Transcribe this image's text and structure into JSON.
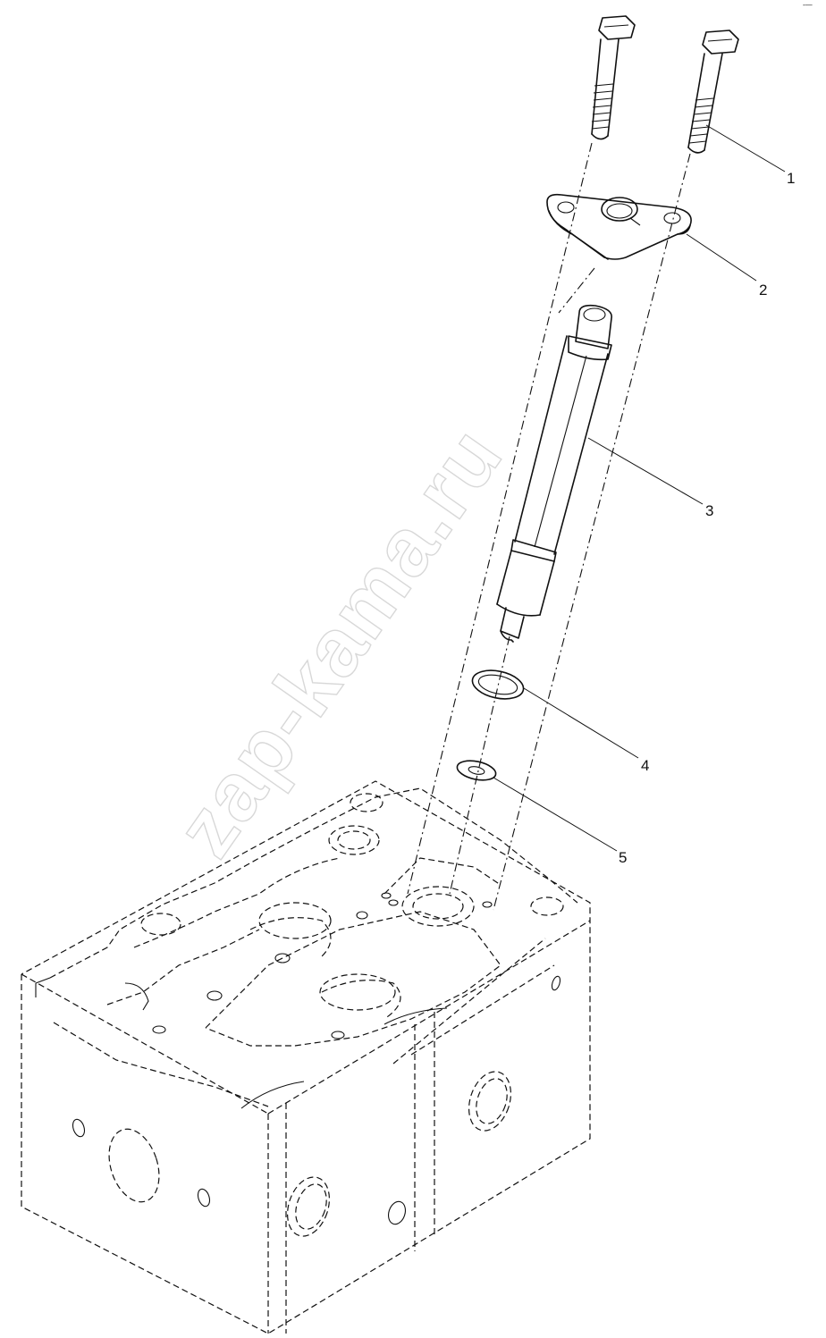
{
  "diagram": {
    "callouts": [
      {
        "id": "1",
        "label": "1",
        "part": "bolt"
      },
      {
        "id": "2",
        "label": "2",
        "part": "clamp-flange"
      },
      {
        "id": "3",
        "label": "3",
        "part": "injector"
      },
      {
        "id": "4",
        "label": "4",
        "part": "sealing-ring"
      },
      {
        "id": "5",
        "label": "5",
        "part": "washer"
      }
    ],
    "watermark": "zap-kama.ru",
    "corner_mark": "‐—"
  }
}
